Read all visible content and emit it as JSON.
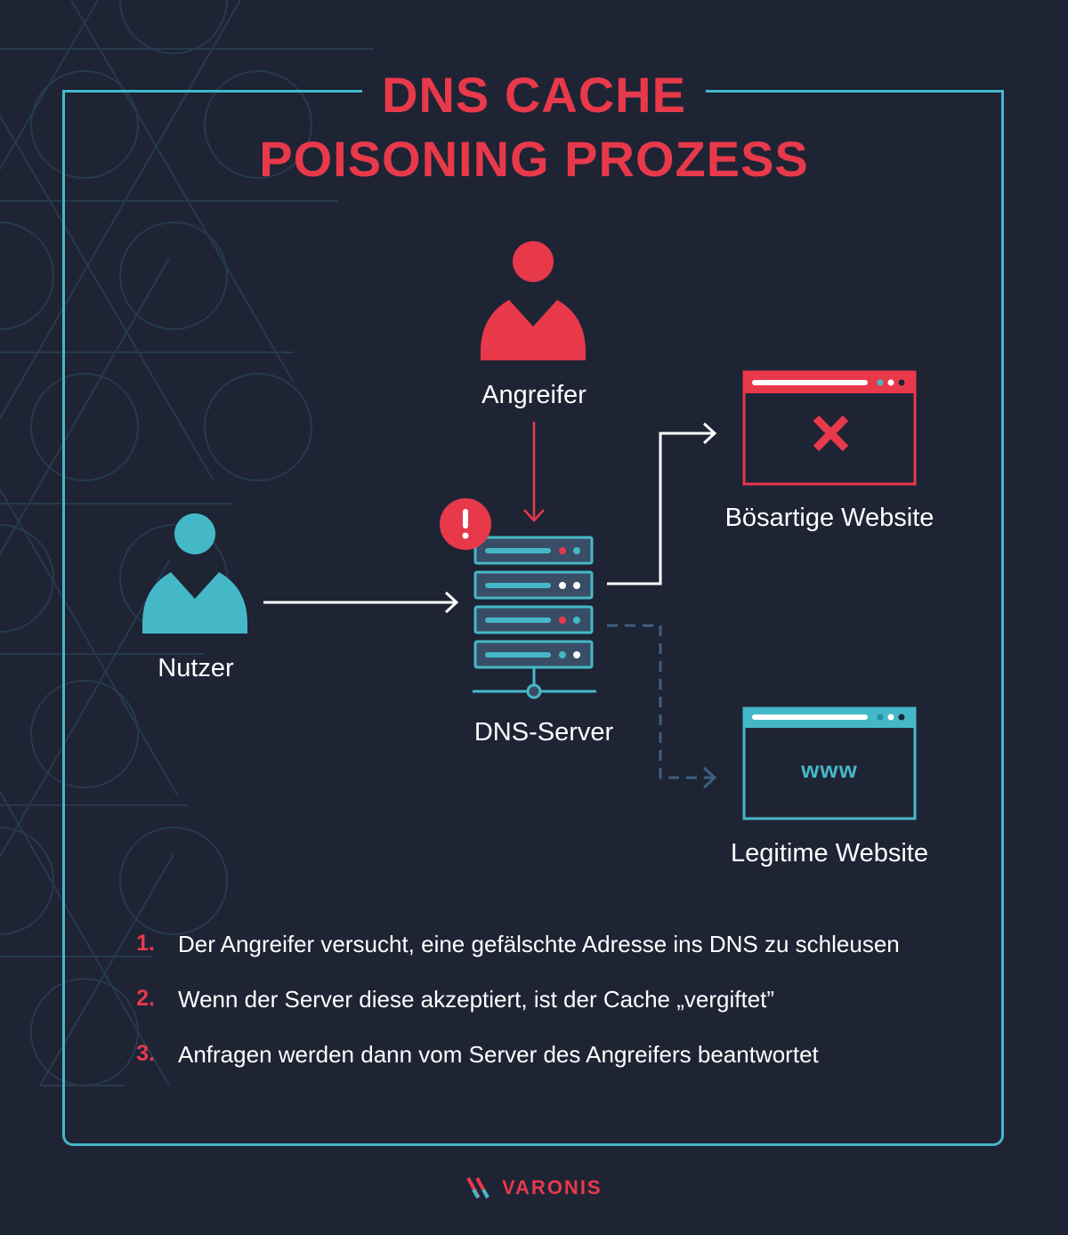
{
  "title": {
    "line1": "DNS CACHE",
    "line2": "POISONING PROZESS"
  },
  "colors": {
    "background": "#1e2434",
    "accent_red": "#e8394b",
    "accent_teal": "#45b8c8",
    "server_fill": "#3a4d66",
    "dashed_line": "#3f5f80",
    "text": "#ffffff"
  },
  "nodes": {
    "attacker": {
      "label": "Angreifer",
      "icon": "person-icon",
      "color": "red"
    },
    "user": {
      "label": "Nutzer",
      "icon": "person-icon",
      "color": "teal"
    },
    "dns_server": {
      "label": "DNS-Server",
      "icon": "server-rack-icon",
      "warning_icon": "exclamation-badge-icon",
      "warning_glyph": "!"
    },
    "malicious_site": {
      "label": "Bösartige Website",
      "icon": "browser-window-icon",
      "content_icon": "x-mark-icon"
    },
    "legit_site": {
      "label": "Legitime Website",
      "icon": "browser-window-icon",
      "content_text": "www"
    }
  },
  "edges": [
    {
      "from": "attacker",
      "to": "dns_server",
      "style": "solid",
      "color": "red"
    },
    {
      "from": "user",
      "to": "dns_server",
      "style": "solid",
      "color": "white"
    },
    {
      "from": "dns_server",
      "to": "malicious_site",
      "style": "solid",
      "color": "white"
    },
    {
      "from": "dns_server",
      "to": "legit_site",
      "style": "dashed",
      "color": "muted-blue"
    }
  ],
  "steps": [
    {
      "number": "1.",
      "text": "Der Angreifer versucht, eine gefälschte Adresse ins DNS zu schleusen"
    },
    {
      "number": "2.",
      "text": "Wenn der Server diese akzeptiert, ist der Cache „vergiftet”"
    },
    {
      "number": "3.",
      "text": "Anfragen werden dann vom Server des Angreifers beantwortet"
    }
  ],
  "logo": {
    "text": "VARONIS"
  }
}
